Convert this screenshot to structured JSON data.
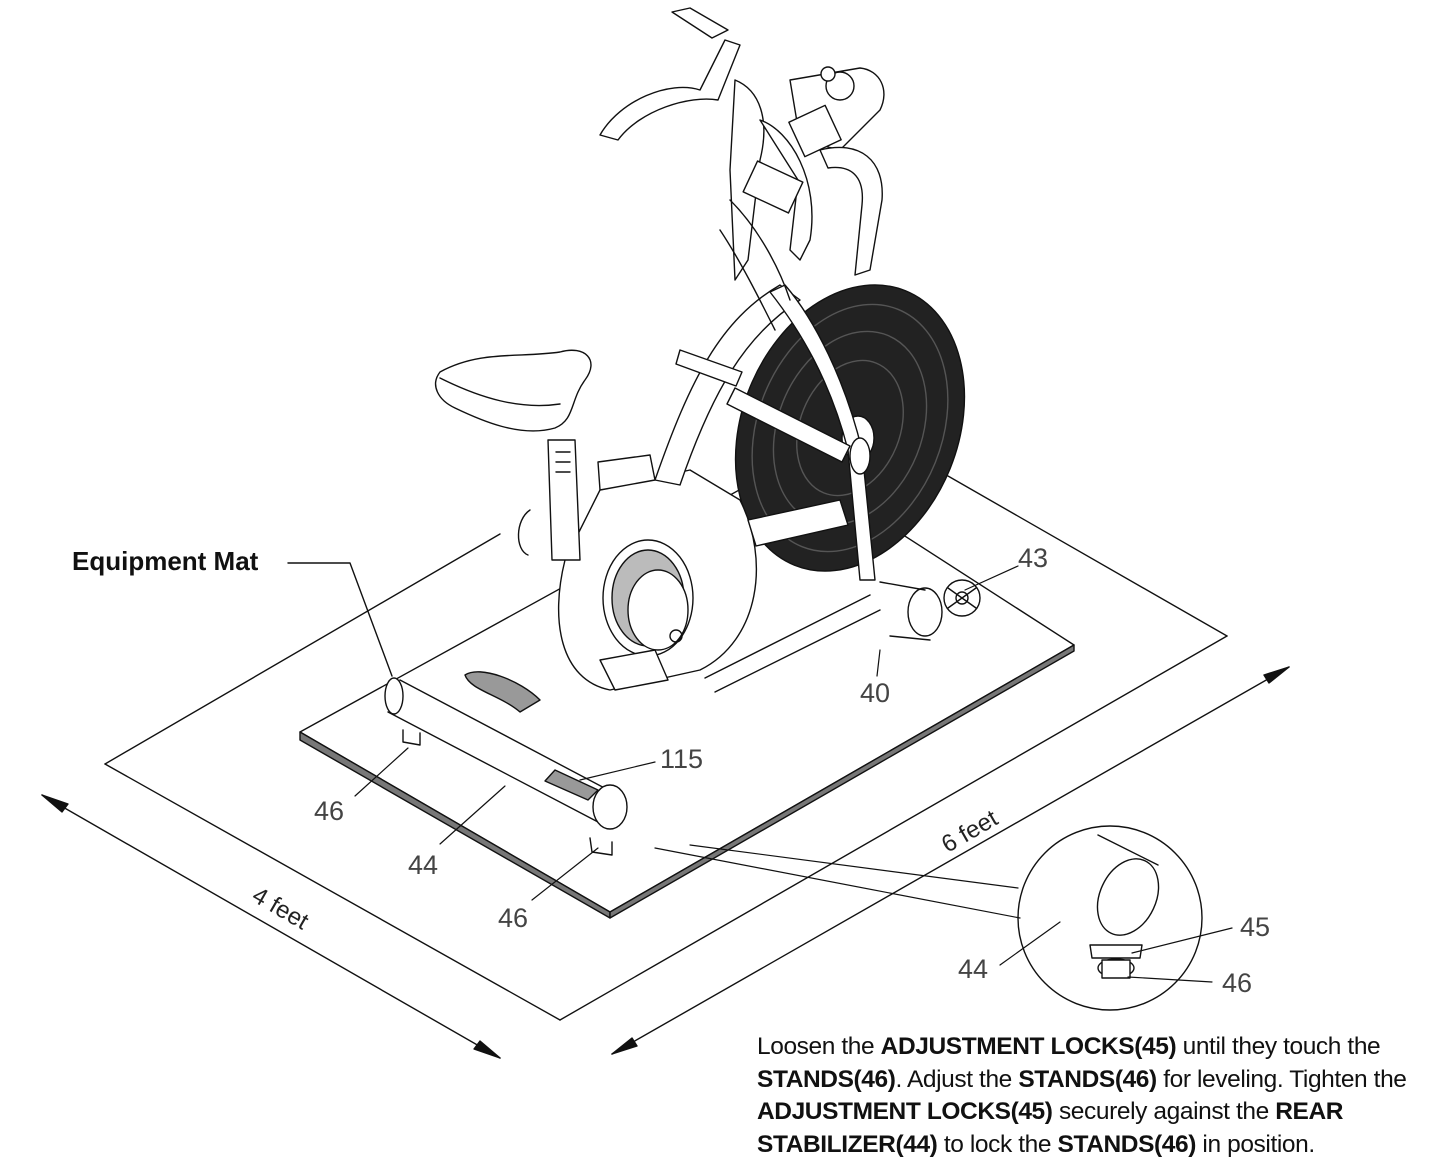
{
  "mat_label": "Equipment Mat",
  "dimensions": {
    "width": "4 feet",
    "length": "6 feet"
  },
  "callouts": {
    "p43": "43",
    "p40": "40",
    "p115": "115",
    "p46_left": "46",
    "p44_left": "44",
    "p46_bottom": "46",
    "p45_detail": "45",
    "p46_detail": "46",
    "p44_detail": "44"
  },
  "instructions": [
    {
      "text": "Loosen the ",
      "bold": false
    },
    {
      "text": "ADJUSTMENT LOCKS(45)",
      "bold": true
    },
    {
      "text": " until they touch the ",
      "bold": false
    },
    {
      "text": "STANDS(46)",
      "bold": true
    },
    {
      "text": ". Adjust the ",
      "bold": false
    },
    {
      "text": "STANDS(46)",
      "bold": true
    },
    {
      "text": " for leveling. Tighten the ",
      "bold": false
    },
    {
      "text": "ADJUSTMENT LOCKS(45)",
      "bold": true
    },
    {
      "text": " securely against the ",
      "bold": false
    },
    {
      "text": "REAR STABILIZER(44)",
      "bold": true
    },
    {
      "text": " to lock the ",
      "bold": false
    },
    {
      "text": "STANDS(46)",
      "bold": true
    },
    {
      "text": " in position.",
      "bold": false
    }
  ]
}
